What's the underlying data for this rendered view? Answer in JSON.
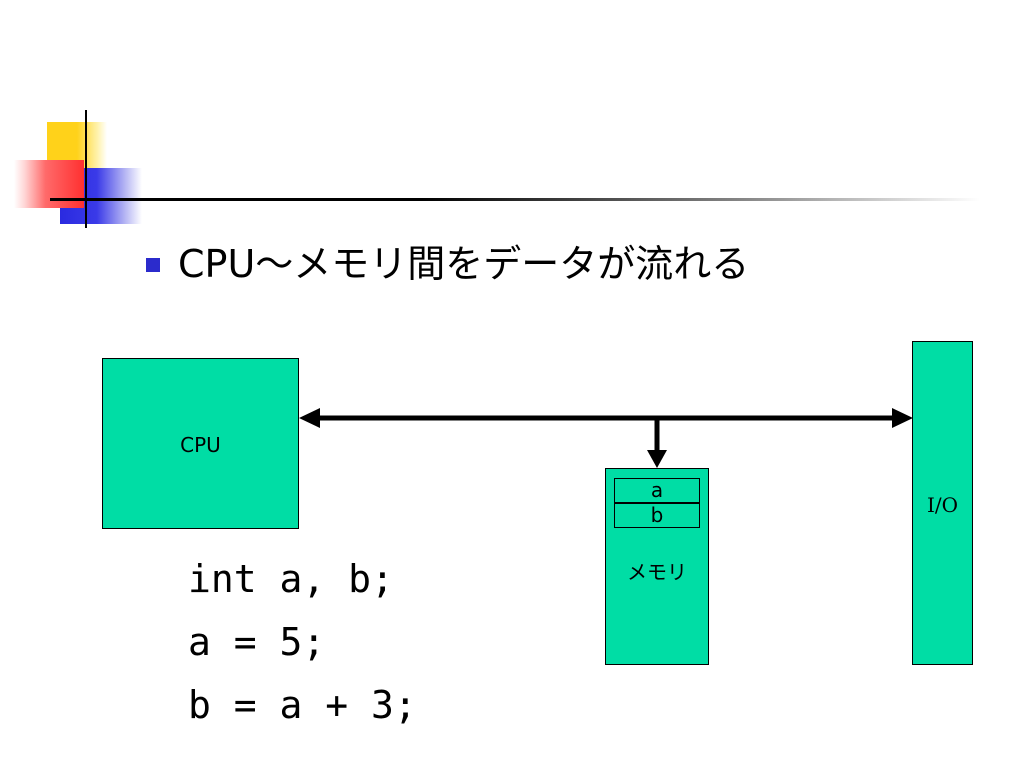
{
  "slide": {
    "bullet_text": "CPU～メモリ間をデータが流れる"
  },
  "diagram": {
    "cpu_label": "CPU",
    "memory_label": "メモリ",
    "memory_cells": [
      "a",
      "b"
    ],
    "io_label": "I/O"
  },
  "code": {
    "lines": [
      "int a, b;",
      "a = 5;",
      "b = a + 3;"
    ]
  },
  "colors": {
    "box_fill": "#00dda5",
    "bullet": "#2b2bcc"
  }
}
